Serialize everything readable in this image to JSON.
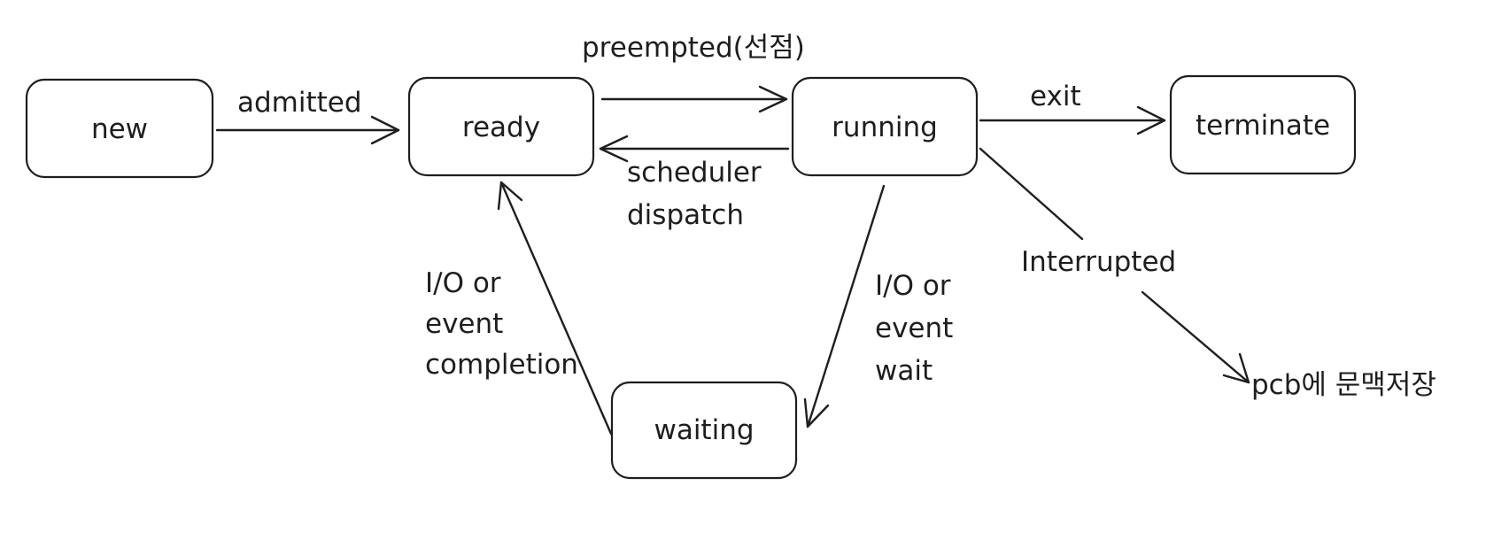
{
  "colors": {
    "stroke": "#1e1e1e",
    "background": "#ffffff"
  },
  "nodes": {
    "new": "new",
    "ready": "ready",
    "running": "running",
    "terminate": "terminate",
    "waiting": "waiting",
    "pcb": "pcb에 문맥저장"
  },
  "edges": {
    "admitted": "admitted",
    "preempted": "preempted(선점)",
    "scheduler": [
      "scheduler",
      "dispatch"
    ],
    "exit": "exit",
    "interrupted": "Interrupted",
    "io_completion": [
      "I/O or",
      "event",
      "completion"
    ],
    "io_wait": [
      "I/O or",
      "event",
      "wait"
    ]
  }
}
